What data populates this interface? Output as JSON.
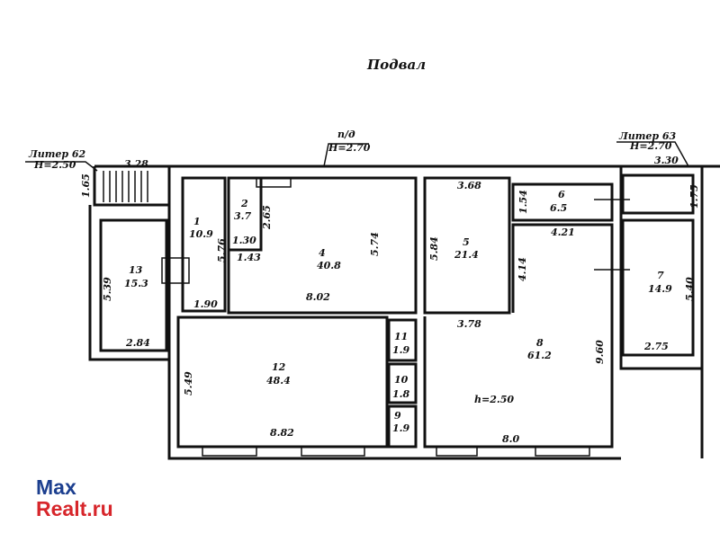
{
  "title": "Подвал",
  "header_marks": {
    "pd": "п/д",
    "pd_height": "H=2.70",
    "liter62": "Литер 62",
    "liter62_height": "H=2.50",
    "liter63": "Литер 63",
    "liter63_height": "H=2.70"
  },
  "rooms": [
    {
      "number": "1",
      "area": "10.9"
    },
    {
      "number": "2",
      "area": "3.7"
    },
    {
      "number": "4",
      "area": "40.8"
    },
    {
      "number": "5",
      "area": "21.4"
    },
    {
      "number": "6",
      "area": "6.5"
    },
    {
      "number": "7",
      "area": "14.9"
    },
    {
      "number": "8",
      "area": "61.2"
    },
    {
      "number": "9",
      "area": "1.9"
    },
    {
      "number": "10",
      "area": "1.8"
    },
    {
      "number": "11",
      "area": "1.9"
    },
    {
      "number": "12",
      "area": "48.4"
    },
    {
      "number": "13",
      "area": "15.3"
    }
  ],
  "dimensions": {
    "stair_width": "3.28",
    "stair_depth": "1.65",
    "r13_height": "5.39",
    "r13_width": "2.84",
    "r1_height": "5.76",
    "r1_width": "1.90",
    "r2_height": "2.65",
    "r2_width": "1.30",
    "r4_step": "1.43",
    "r4_height": "5.74",
    "r4_width": "8.02",
    "r12_height": "5.49",
    "r12_width": "8.82",
    "r5_top": "3.68",
    "r5_height": "5.84",
    "r5_bottom": "3.78",
    "r6_height": "1.54",
    "r6_width": "4.21",
    "r8_left": "4.14",
    "r8_height": "9.60",
    "r8_width": "8.0",
    "r8_ceiling": "h=2.50",
    "liter63_width": "3.30",
    "liter63_depth": "1.75",
    "r7_height": "5.40",
    "r7_width": "2.75"
  },
  "watermark": {
    "line1": "Max",
    "line2": "Realt.ru"
  }
}
